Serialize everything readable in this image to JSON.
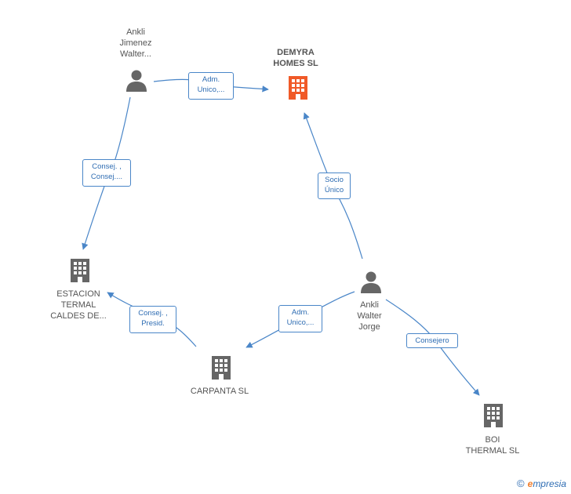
{
  "nodes": {
    "ankli_jimenez": {
      "lines": [
        "Ankli",
        "Jimenez",
        "Walter..."
      ],
      "type": "person"
    },
    "demyra": {
      "lines": [
        "DEMYRA",
        "HOMES  SL"
      ],
      "type": "company",
      "highlight": true
    },
    "estacion": {
      "lines": [
        "ESTACION",
        "TERMAL",
        "CALDES DE..."
      ],
      "type": "company"
    },
    "ankli_walter": {
      "lines": [
        "Ankli",
        "Walter",
        "Jorge"
      ],
      "type": "person"
    },
    "carpanta": {
      "lines": [
        "CARPANTA  SL"
      ],
      "type": "company"
    },
    "boi": {
      "lines": [
        "BOI",
        "THERMAL  SL"
      ],
      "type": "company"
    }
  },
  "edges": {
    "adm_demyra": [
      "Adm.",
      "Unico,..."
    ],
    "consej_estacion": [
      "Consej. ,",
      "Consej...."
    ],
    "socio_unico": [
      "Socio",
      "Único"
    ],
    "adm_carpanta": [
      "Adm.",
      "Unico,..."
    ],
    "consej_presid": [
      "Consej. ,",
      "Presid."
    ],
    "consejero": [
      "Consejero"
    ]
  },
  "colors": {
    "accent": "#4a86c8",
    "highlight": "#f05a28",
    "icon": "#666666"
  },
  "brand": {
    "copyright": "©",
    "first_letter": "e",
    "rest": "mpresia"
  }
}
